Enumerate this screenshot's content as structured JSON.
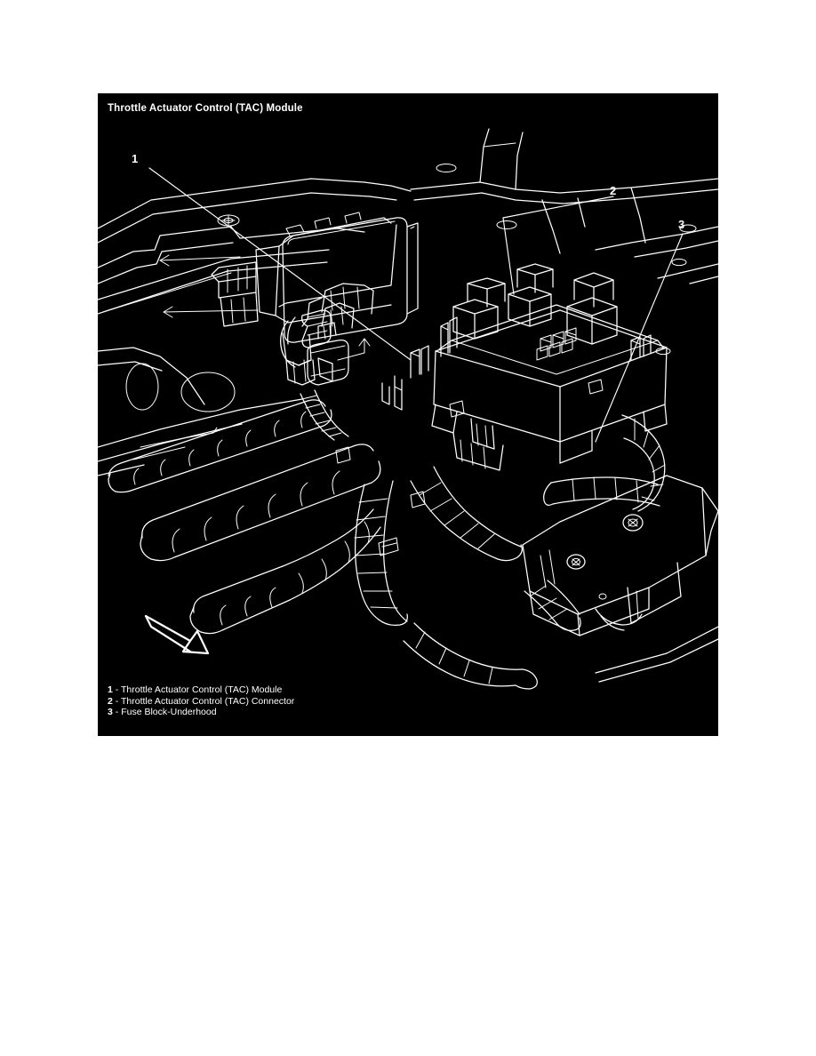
{
  "document": {
    "background_color": "#ffffff",
    "panel_color": "#000000",
    "line_color": "#ffffff"
  },
  "figure": {
    "title": "Throttle Actuator Control (TAC) Module",
    "callouts": [
      {
        "number": "1",
        "label": "Throttle Actuator Control (TAC) Module"
      },
      {
        "number": "2",
        "label": "Throttle Actuator Control (TAC) Connector"
      },
      {
        "number": "3",
        "label": "Fuse Block-Underhood"
      }
    ],
    "legend": [
      {
        "number": "1",
        "dash": "-",
        "label": "Throttle Actuator Control (TAC) Module"
      },
      {
        "number": "2",
        "dash": "-",
        "label": "Throttle Actuator Control (TAC) Connector"
      },
      {
        "number": "3",
        "dash": "-",
        "label": "Fuse Block-Underhood"
      }
    ],
    "direction_indicator": "forward-arrow-icon"
  }
}
